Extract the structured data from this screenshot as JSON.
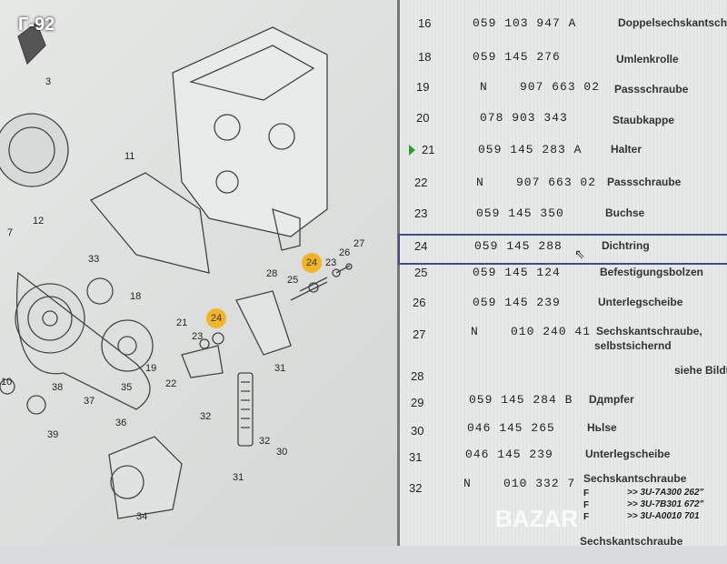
{
  "photo_tag": "Г-92",
  "diagram": {
    "callouts": [
      "3",
      "11",
      "12",
      "7",
      "33",
      "18",
      "28",
      "25",
      "23",
      "26",
      "27",
      "21",
      "23",
      "22",
      "19",
      "35",
      "36",
      "37",
      "38",
      "39",
      "32",
      "31",
      "31",
      "30",
      "32",
      "34",
      "10"
    ],
    "highlighted": [
      "24",
      "24"
    ]
  },
  "table": {
    "rows": [
      {
        "pos": "16",
        "part": "059 103 947 A",
        "desc": "Doppelsechskantsch"
      },
      {
        "pos": "18",
        "part": "059 145 276",
        "desc": "Umlenkrolle"
      },
      {
        "pos": "19",
        "part": "N    907 663 02",
        "desc": "Passschraube"
      },
      {
        "pos": "20",
        "part": "078 903 343",
        "desc": "Staubkappe"
      },
      {
        "pos": "21",
        "part": "059 145 283 A",
        "desc": "Halter"
      },
      {
        "pos": "22",
        "part": "N    907 663 02",
        "desc": "Passschraube"
      },
      {
        "pos": "23",
        "part": "059 145 350",
        "desc": "Buchse"
      },
      {
        "pos": "24",
        "part": "059 145 288",
        "desc": "Dichtring"
      },
      {
        "pos": "25",
        "part": "059 145 124",
        "desc": "Befestigungsbolzen"
      },
      {
        "pos": "26",
        "part": "059 145 239",
        "desc": "Unterlegscheibe"
      },
      {
        "pos": "27",
        "part": "N    010 240 41",
        "desc": "Sechskantschraube,",
        "desc2": "selbstsichernd"
      },
      {
        "pos": "28",
        "part": "",
        "desc": "siehe Bildta"
      },
      {
        "pos": "29",
        "part": "059 145 284 B",
        "desc": "Dдmpfer"
      },
      {
        "pos": "30",
        "part": "046 145 265",
        "desc": "Hьlse"
      },
      {
        "pos": "31",
        "part": "046 145 239",
        "desc": "Unterlegscheibe"
      },
      {
        "pos": "32",
        "part": "N    010 332 7",
        "desc": "Sechskantschraube"
      },
      {
        "pos": "",
        "part": "",
        "desc": "Sechskantschraube"
      }
    ],
    "row32_notes": [
      {
        "flag": "F",
        "text": ">> 3U-7A300 262\""
      },
      {
        "flag": "F",
        "text": ">> 3U-7B301 672\""
      },
      {
        "flag": "F",
        "text": ">> 3U-A0010 701"
      }
    ],
    "selected_row": "24",
    "current_row": "21"
  },
  "watermark": "BAZAR",
  "colors": {
    "highlight": "#f2b625",
    "selection": "#3a4f8a",
    "current_arrow": "#2a9d2a"
  }
}
